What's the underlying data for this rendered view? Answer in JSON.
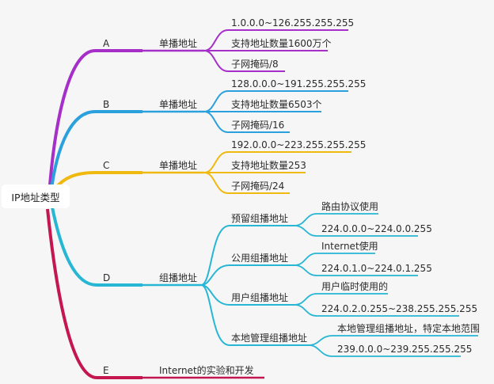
{
  "root": {
    "label": "IP地址类型"
  },
  "colors": {
    "A": "#a62fc9",
    "B": "#2aa1dc",
    "C": "#f0b90f",
    "D": "#27b6d3",
    "E": "#c4164f"
  },
  "branches": [
    {
      "key": "A",
      "letter": "A",
      "type": "单播地址",
      "leaves": [
        "1.0.0.0~126.255.255.255",
        "支持地址数量1600万个",
        "子网掩码/8"
      ]
    },
    {
      "key": "B",
      "letter": "B",
      "type": "单播地址",
      "leaves": [
        "128.0.0.0~191.255.255.255",
        "支持地址数量6503个",
        "子网掩码/16"
      ]
    },
    {
      "key": "C",
      "letter": "C",
      "type": "单播地址",
      "leaves": [
        "192.0.0.0~223.255.255.255",
        "支持地址数量253",
        "子网掩码/24"
      ]
    },
    {
      "key": "D",
      "letter": "D",
      "type": "组播地址",
      "subs": [
        {
          "label": "预留组播地址",
          "leaves": [
            "路由协议使用",
            "224.0.0.0~224.0.0.255"
          ]
        },
        {
          "label": "公用组播地址",
          "leaves": [
            "Internet使用",
            "224.0.1.0~224.0.1.255"
          ]
        },
        {
          "label": "用户组播地址",
          "leaves": [
            "用户临时使用的",
            "224.0.2.0.255~238.255.255.255"
          ]
        },
        {
          "label": "本地管理组播地址",
          "leaves": [
            "本地管理组播地址，特定本地范围",
            "239.0.0.0~239.255.255.255"
          ]
        }
      ]
    },
    {
      "key": "E",
      "letter": "E",
      "type": "Internet的实验和开发"
    }
  ]
}
